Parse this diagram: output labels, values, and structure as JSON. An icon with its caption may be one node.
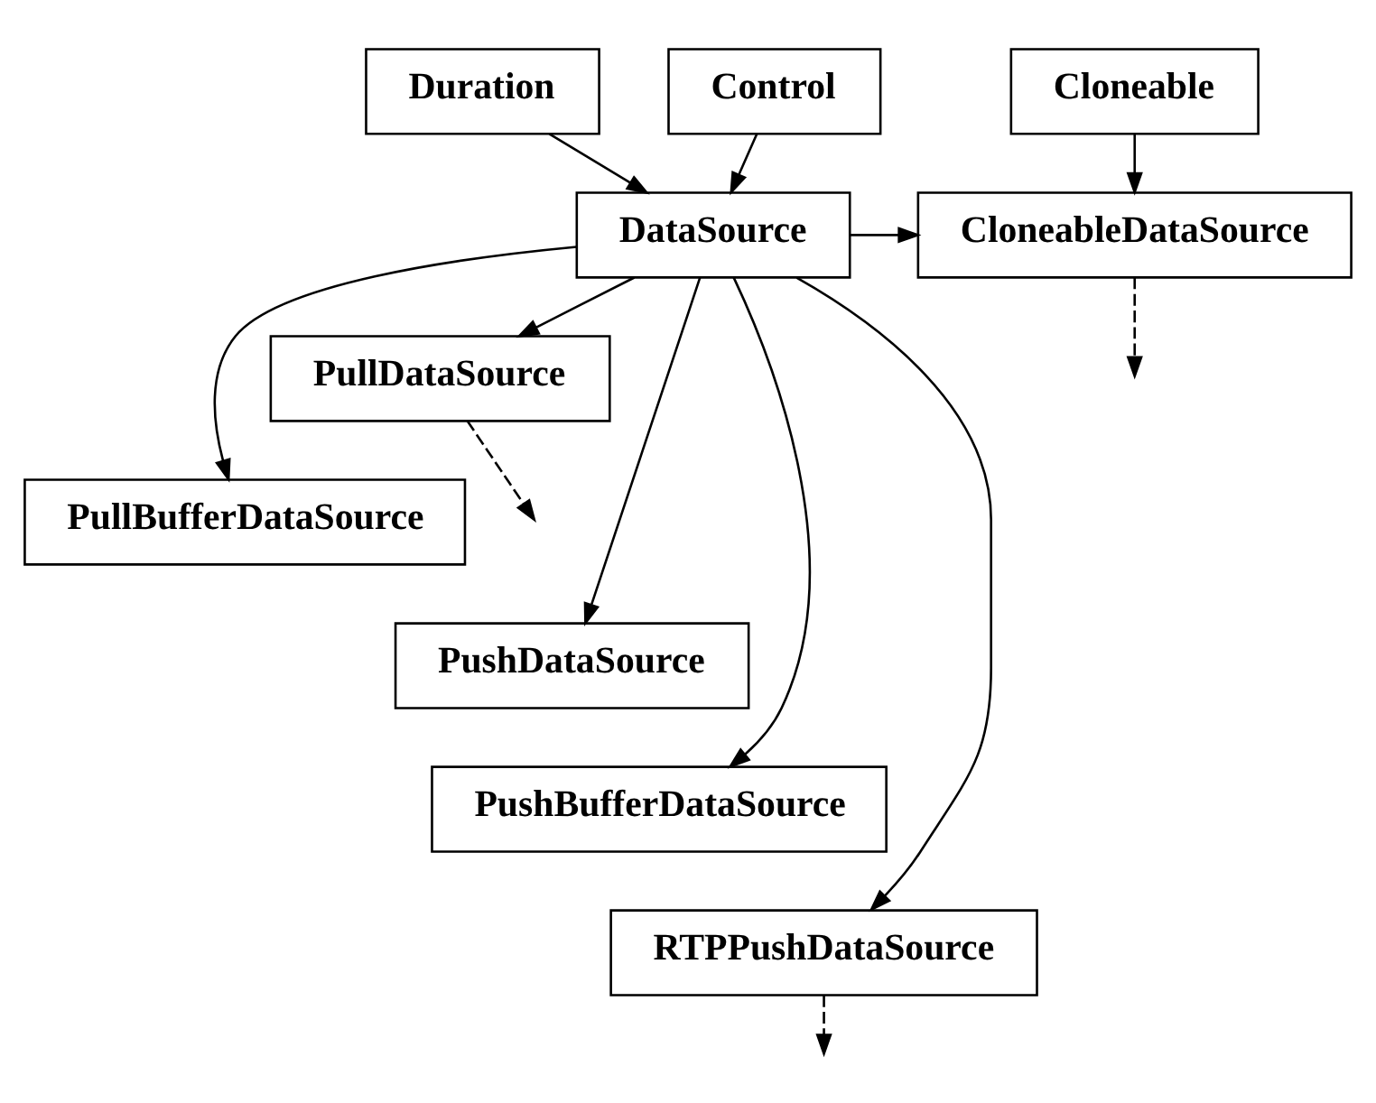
{
  "diagram": {
    "nodes": [
      {
        "text": [
          "Duration"
        ]
      },
      {
        "text": [
          "Control"
        ]
      },
      {
        "text": [
          "Cloneable"
        ]
      },
      {
        "text": [
          "DataSource"
        ]
      },
      {
        "text": [
          "CloneableDataSource"
        ]
      },
      {
        "text": [
          "PullDataSource"
        ]
      },
      {
        "text": [
          "PullBufferDataSource"
        ]
      },
      {
        "text": [
          "PushDataSource"
        ]
      },
      {
        "text": [
          "PushBufferDataSource"
        ]
      },
      {
        "text": [
          "RTPPushDataSource"
        ]
      }
    ],
    "edges": [
      {
        "from": 0,
        "to": 3,
        "arrow": "to"
      },
      {
        "from": 1,
        "to": 3,
        "arrow": "to"
      },
      {
        "from": 2,
        "to": 4,
        "arrow": "to"
      },
      {
        "from": 3,
        "to": 4,
        "arrow": "to"
      },
      {
        "from": 4,
        "to": null,
        "arrow": "to",
        "style": "dashed"
      },
      {
        "from": 3,
        "to": 5,
        "arrow": "to"
      },
      {
        "from": 3,
        "to": 6,
        "arrow": "to"
      },
      {
        "from": 3,
        "to": 7,
        "arrow": "to"
      },
      {
        "from": 3,
        "to": 8,
        "arrow": "to"
      },
      {
        "from": 3,
        "to": 9,
        "arrow": "to"
      },
      {
        "from": 5,
        "to": null,
        "arrow": "to",
        "style": "dashed"
      },
      {
        "from": 9,
        "to": null,
        "arrow": "to",
        "style": "dashed"
      }
    ]
  }
}
